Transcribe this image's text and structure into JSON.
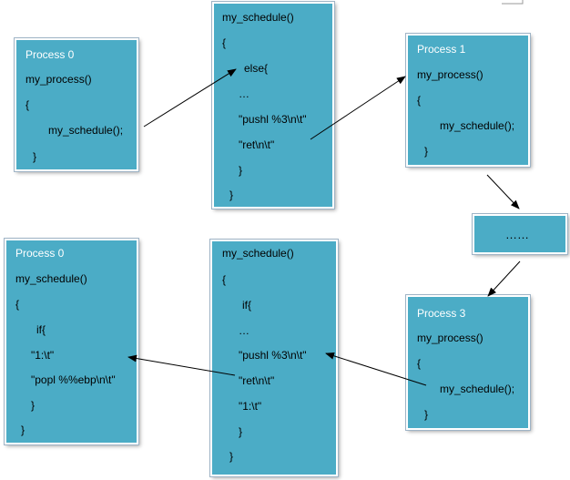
{
  "boxes": {
    "p0_top": {
      "title": "Process 0",
      "lines": [
        "my_process()",
        "{",
        "my_schedule();",
        "}"
      ]
    },
    "sched_top": {
      "title": "my_schedule()",
      "lines": [
        "{",
        "else{",
        "…",
        "\"pushl %3\\n\\t\"",
        "\"ret\\n\\t\"",
        "}",
        "}"
      ]
    },
    "p1": {
      "title": "Process 1",
      "lines": [
        "my_process()",
        "{",
        "my_schedule();",
        "}"
      ]
    },
    "ellipsis": {
      "text": "……"
    },
    "p3": {
      "title": "Process 3",
      "lines": [
        "my_process()",
        "{",
        "my_schedule();",
        "}"
      ]
    },
    "sched_bottom": {
      "title": "my_schedule()",
      "lines": [
        "{",
        "if{",
        "…",
        "\"pushl %3\\n\\t\"",
        "\"ret\\n\\t\"",
        "\"1:\\t\"",
        "}",
        "}"
      ]
    },
    "p0_bottom": {
      "title": "Process 0",
      "lines": [
        "my_schedule()",
        "{",
        "if{",
        "\"1:\\t\"",
        "\"popl %%ebp\\n\\t\"",
        "}",
        "}"
      ]
    }
  },
  "colors": {
    "box_fill": "#4bacc6",
    "box_border": "#ffffff",
    "title_text": "#ffffff",
    "body_text": "#000000",
    "arrow": "#000000"
  }
}
